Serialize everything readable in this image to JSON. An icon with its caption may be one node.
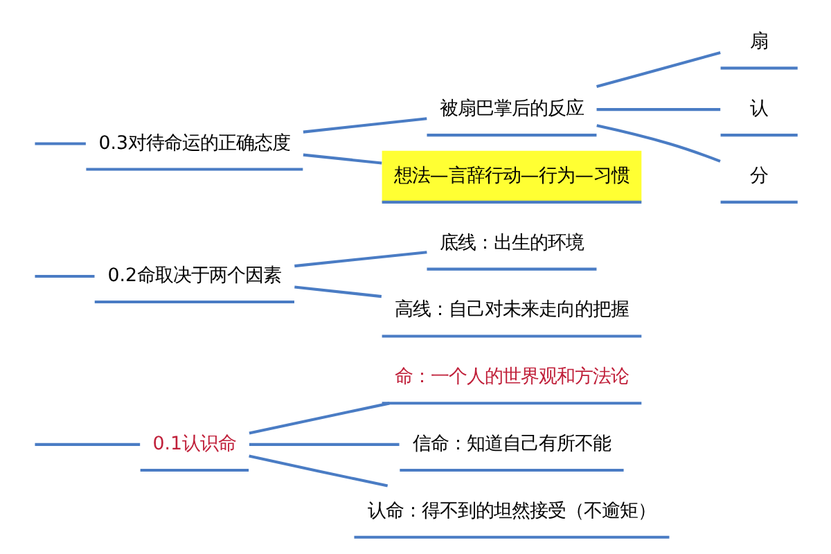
{
  "diagram": {
    "nodes": [
      {
        "text": [
          "0.1认识命"
        ]
      },
      {
        "text": [
          "命：一个人的世界观和方法论"
        ]
      },
      {
        "text": [
          "信命：知道自己有所不能"
        ]
      },
      {
        "text": [
          "认命：得不到的坦然接受（不逾矩）"
        ]
      },
      {
        "text": [
          "0.2命取决于两个因素"
        ]
      },
      {
        "text": [
          "底线：出生的环境"
        ]
      },
      {
        "text": [
          "高线：自己对未来走向的把握"
        ]
      },
      {
        "text": [
          "0.3对待命运的正确态度"
        ]
      },
      {
        "text": [
          "被扇巴掌后的反应"
        ]
      },
      {
        "text": [
          "扇"
        ]
      },
      {
        "text": [
          "认"
        ]
      },
      {
        "text": [
          "分"
        ]
      },
      {
        "text": [
          "想法—言辞行动—行为—习惯"
        ]
      }
    ],
    "edges": [
      {
        "from": null,
        "to": 0,
        "arrow": "none"
      },
      {
        "from": null,
        "to": 4,
        "arrow": "none"
      },
      {
        "from": null,
        "to": 7,
        "arrow": "none"
      },
      {
        "from": 0,
        "to": 1,
        "arrow": "none"
      },
      {
        "from": 0,
        "to": 2,
        "arrow": "none"
      },
      {
        "from": 0,
        "to": 3,
        "arrow": "none"
      },
      {
        "from": 4,
        "to": 5,
        "arrow": "none"
      },
      {
        "from": 4,
        "to": 6,
        "arrow": "none"
      },
      {
        "from": 7,
        "to": 8,
        "arrow": "none"
      },
      {
        "from": 7,
        "to": 12,
        "arrow": "none"
      },
      {
        "from": 8,
        "to": 9,
        "arrow": "none"
      },
      {
        "from": 8,
        "to": 10,
        "arrow": "none"
      },
      {
        "from": 8,
        "to": 11,
        "arrow": "none"
      }
    ]
  }
}
